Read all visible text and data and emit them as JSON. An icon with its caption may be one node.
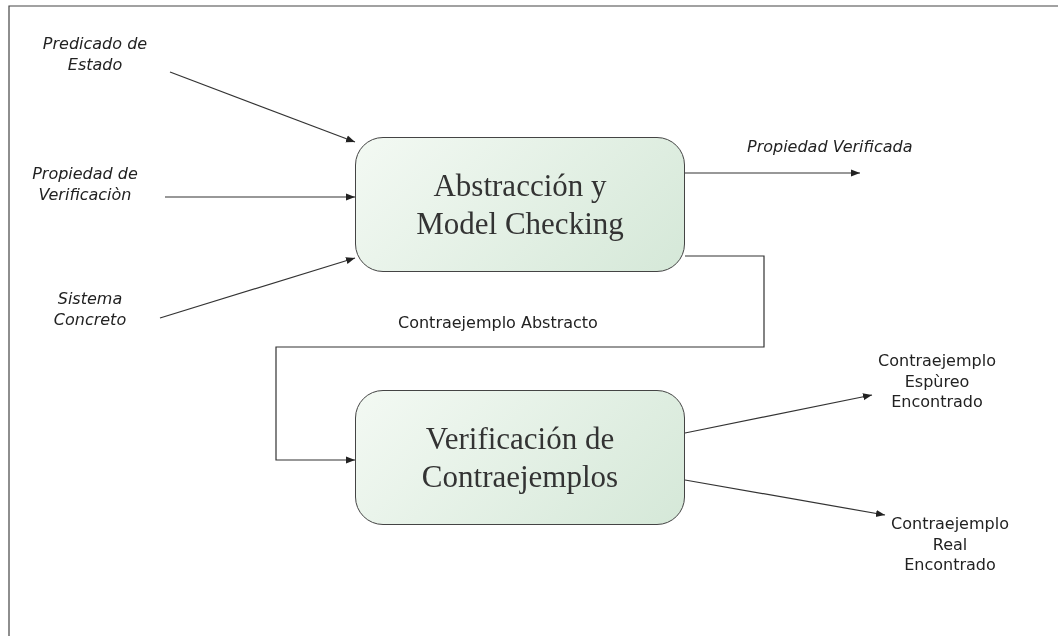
{
  "diagram": {
    "nodes": [
      {
        "text": [
          "Predicado de Estado"
        ]
      },
      {
        "text": [
          "Propiedad de Verificaciòn"
        ]
      },
      {
        "text": [
          "Sistema Concreto"
        ]
      },
      {
        "text": [
          "Abstracción y Model Checking"
        ]
      },
      {
        "text": [
          "Verificación de Contraejemplos"
        ]
      },
      {
        "text": [
          "Contraejemplo Espùreo Encontrado"
        ]
      },
      {
        "text": [
          "Contraejemplo Real Encontrado"
        ]
      }
    ],
    "edges": [
      {
        "from": 0,
        "to": 3,
        "arrow": "to"
      },
      {
        "from": 1,
        "to": 3,
        "arrow": "to"
      },
      {
        "from": 2,
        "to": 3,
        "arrow": "to"
      },
      {
        "from": 3,
        "to": null,
        "arrow": "to",
        "label": "Propiedad Verificada"
      },
      {
        "from": 3,
        "to": 4,
        "arrow": "to",
        "label": "Contraejemplo Abstracto"
      },
      {
        "from": 4,
        "to": 5,
        "arrow": "to"
      },
      {
        "from": 4,
        "to": 6,
        "arrow": "to"
      }
    ]
  }
}
